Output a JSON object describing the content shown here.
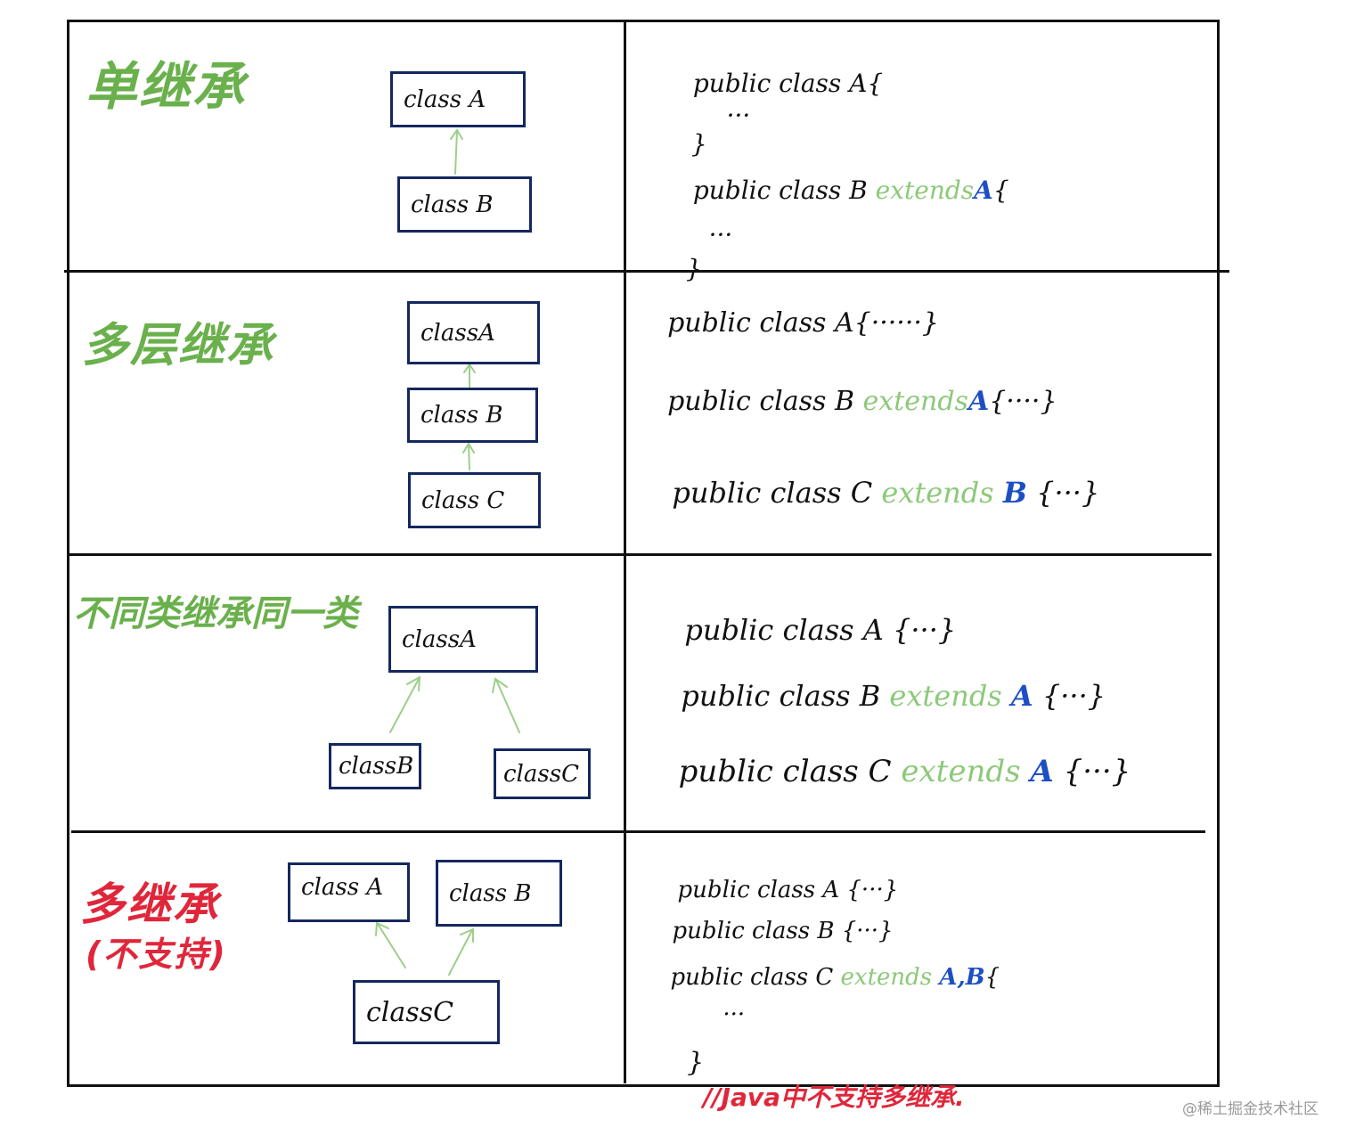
{
  "rows": [
    {
      "title": "单继承",
      "boxes": [
        "class A",
        "class B"
      ],
      "code": [
        {
          "pre": "public class A{",
          "ext": "",
          "cls": "",
          "post": ""
        },
        {
          "pre": "  ···",
          "ext": "",
          "cls": "",
          "post": ""
        },
        {
          "pre": "}",
          "ext": "",
          "cls": "",
          "post": ""
        },
        {
          "pre": "public class B ",
          "ext": "extends",
          "cls": "A",
          "post": "{"
        },
        {
          "pre": "  ···",
          "ext": "",
          "cls": "",
          "post": ""
        },
        {
          "pre": "}",
          "ext": "",
          "cls": "",
          "post": ""
        }
      ]
    },
    {
      "title": "多层继承",
      "boxes": [
        "classA",
        "class B",
        "class C"
      ],
      "code": [
        {
          "pre": "public class A{······}",
          "ext": "",
          "cls": "",
          "post": ""
        },
        {
          "pre": "public class B ",
          "ext": "extends",
          "cls": "A",
          "post": "{····}"
        },
        {
          "pre": "public class C ",
          "ext": "extends",
          "cls": "B",
          "post": " {···}"
        }
      ]
    },
    {
      "title": "不同类继承同一类",
      "boxes": [
        "classA",
        "classB",
        "classC"
      ],
      "code": [
        {
          "pre": "public class A {···}",
          "ext": "",
          "cls": "",
          "post": ""
        },
        {
          "pre": "public class B ",
          "ext": "extends",
          "cls": "A",
          "post": " {···}"
        },
        {
          "pre": "public class C ",
          "ext": "extends",
          "cls": "A",
          "post": " {···}"
        }
      ]
    },
    {
      "title": "多继承",
      "subtitle": "(不支持)",
      "boxes": [
        "class A",
        "class B",
        "classC"
      ],
      "code": [
        {
          "pre": "public class A {···}",
          "ext": "",
          "cls": "",
          "post": ""
        },
        {
          "pre": "public class B {···}",
          "ext": "",
          "cls": "",
          "post": ""
        },
        {
          "pre": "public class C ",
          "ext": "extends",
          "cls": "A,B",
          "post": "{"
        },
        {
          "pre": "   ···",
          "ext": "",
          "cls": "",
          "post": ""
        }
      ],
      "closing": "}",
      "comment": "//Java中不支持多继承."
    }
  ],
  "watermark": "@稀土掘金技术社区",
  "colors": {
    "title_green": "#6ab04c",
    "title_red": "#e0263a",
    "box_border": "#14285f",
    "arrow_green": "#9ccf8a",
    "extends_green": "#8cc97a",
    "class_blue": "#1d4fc4"
  }
}
